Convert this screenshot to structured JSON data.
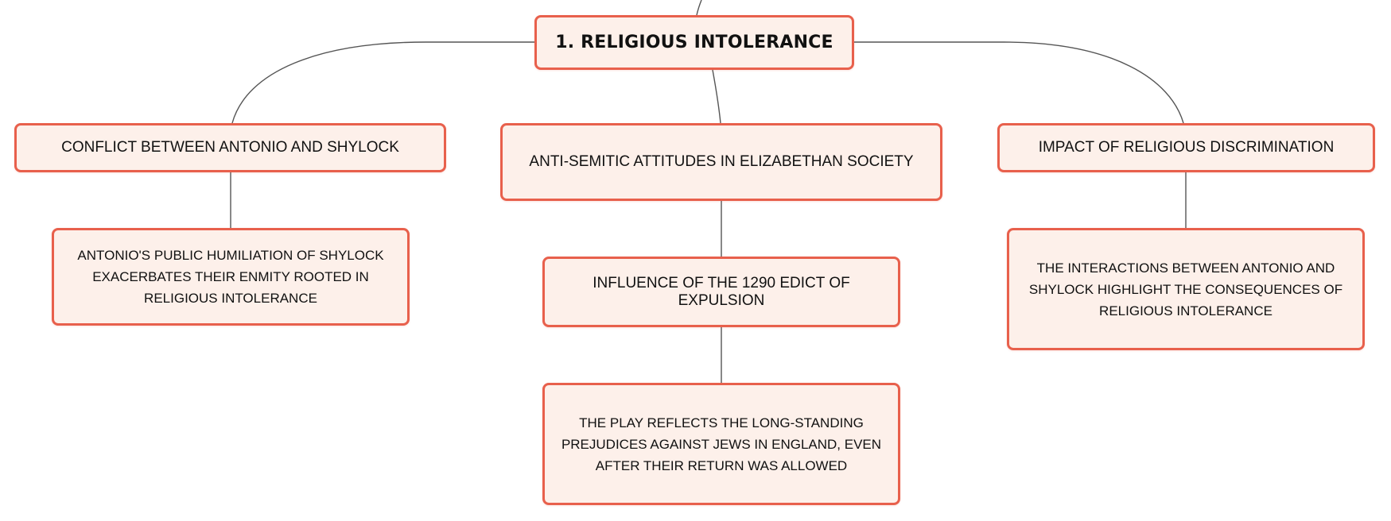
{
  "colors": {
    "node_border": "#e8604c",
    "node_fill": "#fdf0ea",
    "connector": "#555555",
    "text": "#111111"
  },
  "root": {
    "label": "1. RELIGIOUS INTOLERANCE"
  },
  "branches": [
    {
      "label": "CONFLICT BETWEEN ANTONIO AND SHYLOCK",
      "children": [
        {
          "label": "ANTONIO'S PUBLIC HUMILIATION OF SHYLOCK EXACERBATES THEIR ENMITY ROOTED IN RELIGIOUS INTOLERANCE"
        }
      ]
    },
    {
      "label": "ANTI-SEMITIC ATTITUDES IN ELIZABETHAN SOCIETY",
      "children": [
        {
          "label": "INFLUENCE OF THE 1290 EDICT OF EXPULSION",
          "children": [
            {
              "label": "THE PLAY REFLECTS THE LONG-STANDING PREJUDICES AGAINST JEWS IN ENGLAND, EVEN AFTER THEIR RETURN WAS ALLOWED"
            }
          ]
        }
      ]
    },
    {
      "label": "IMPACT OF RELIGIOUS DISCRIMINATION",
      "children": [
        {
          "label": "THE INTERACTIONS BETWEEN ANTONIO AND SHYLOCK HIGHLIGHT THE CONSEQUENCES OF RELIGIOUS INTOLERANCE"
        }
      ]
    }
  ]
}
